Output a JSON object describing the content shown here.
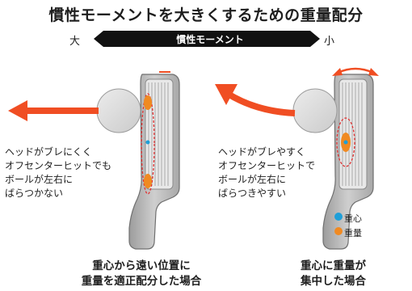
{
  "title": "慣性モーメントを大きくするための重量配分",
  "scale": {
    "large": "大",
    "label": "慣性モーメント",
    "small": "小"
  },
  "left": {
    "description": "ヘッドがブレにくく\nオフセンターヒットでも\nボールが左右に\nばらつかない",
    "caption": "重心から遠い位置に\n重量を適正配分した場合"
  },
  "right": {
    "description": "ヘッドがブレやすく\nオフセンターヒットで\nボールが左右に\nばらつきやすい",
    "caption": "重心に重量が\n集中した場合"
  },
  "legend": {
    "center_of_gravity": "重心",
    "weight": "重量"
  },
  "colors": {
    "center_of_gravity": "#1e9fd8",
    "weight": "#f08a22",
    "arrow": "#f04e23",
    "dashed": "#e03030",
    "scale_bar": "#111111",
    "ball": "#d9d9d9",
    "head": "#b9b9b9"
  }
}
